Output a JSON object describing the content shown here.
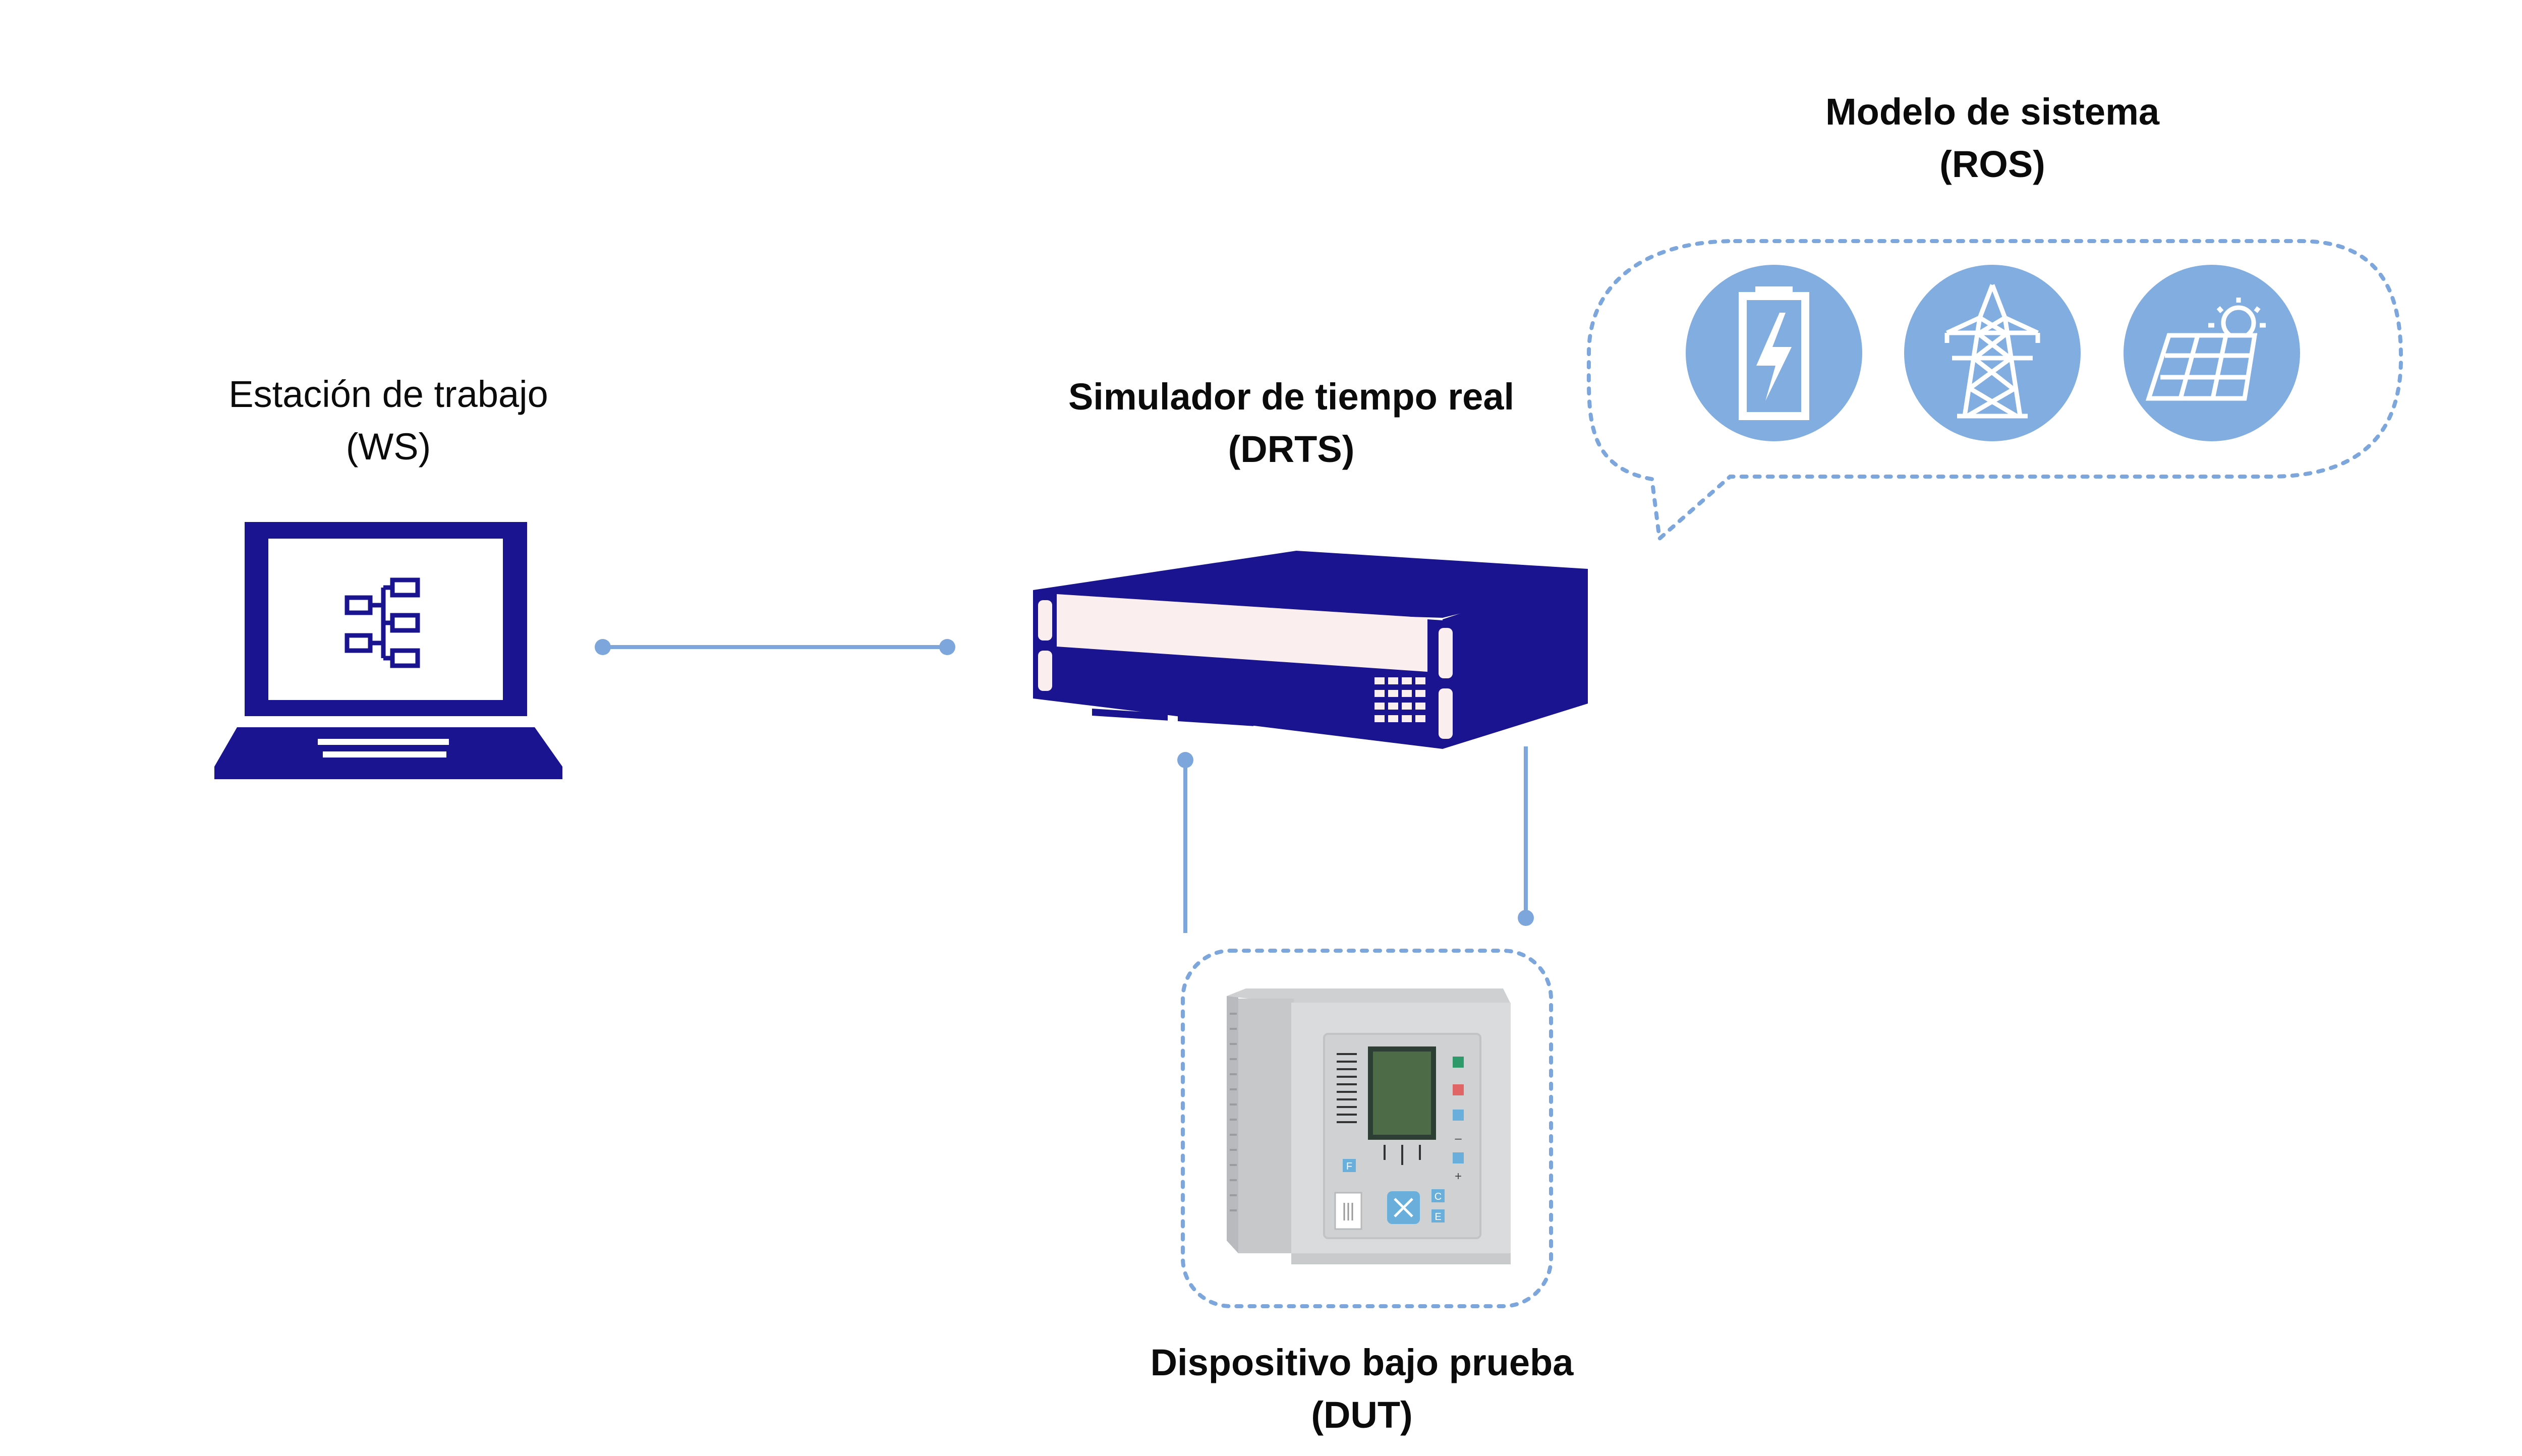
{
  "nodes": {
    "workstation": {
      "title": "Estación de trabajo",
      "code": "(WS)"
    },
    "simulator": {
      "title": "Simulador de tiempo real",
      "code": "(DRTS)"
    },
    "system_model": {
      "title": "Modelo de sistema",
      "code": "(ROS)"
    },
    "dut": {
      "title": "Dispositivo bajo prueba",
      "code": "(DUT)"
    }
  },
  "ros_icons": [
    "battery-icon",
    "transmission-tower-icon",
    "solar-panel-icon"
  ],
  "relay_keys": {
    "f_key": "F",
    "c_key": "C",
    "e_key": "E",
    "minus_key": "–",
    "plus_key": "+"
  },
  "colors": {
    "navy": "#1a1490",
    "connector": "#7da7dc",
    "icon_fill": "#82ade0",
    "panel_light": "#fbeeee",
    "relay_gray": "#d9dadc"
  }
}
